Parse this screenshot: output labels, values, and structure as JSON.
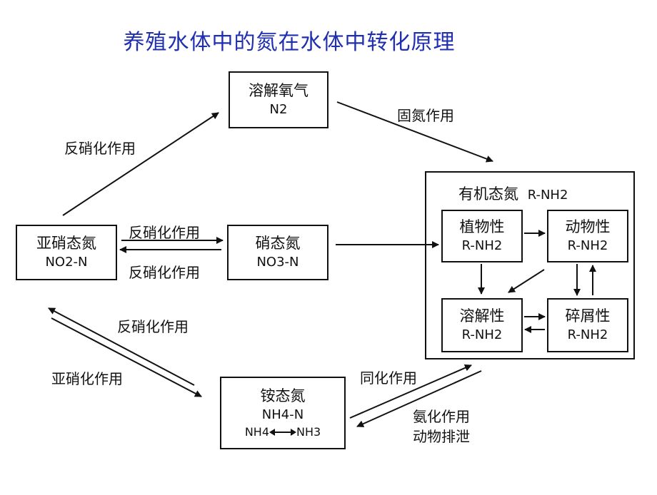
{
  "title": "养殖水体中的氮在水体中转化原理",
  "nodes": {
    "n2": {
      "name": "溶解氧气",
      "formula": "N2"
    },
    "nitrite": {
      "name": "亚硝态氮",
      "formula": "NO2-N"
    },
    "nitrate": {
      "name": "硝态氮",
      "formula": "NO3-N"
    },
    "ammonium": {
      "name": "铵态氮",
      "formula": "NH4-N",
      "equilibrium_left": "NH4",
      "equilibrium_right": "NH3"
    },
    "organic": {
      "name": "有机态氮",
      "formula": "R-NH2",
      "plant": {
        "name": "植物性",
        "formula": "R-NH2"
      },
      "animal": {
        "name": "动物性",
        "formula": "R-NH2"
      },
      "dissolved": {
        "name": "溶解性",
        "formula": "R-NH2"
      },
      "detritus": {
        "name": "碎屑性",
        "formula": "R-NH2"
      }
    }
  },
  "edge_labels": {
    "denitrification_to_n2": "反硝化作用",
    "nitrogen_fixation": "固氮作用",
    "denitrification_nitrite_nitrate_top": "反硝化作用",
    "denitrification_nitrite_nitrate_bottom": "反硝化作用",
    "denitrification_ammonium": "反硝化作用",
    "nitrosation": "亚硝化作用",
    "assimilation": "同化作用",
    "ammonification": "氨化作用",
    "animal_excretion": "动物排泄"
  }
}
